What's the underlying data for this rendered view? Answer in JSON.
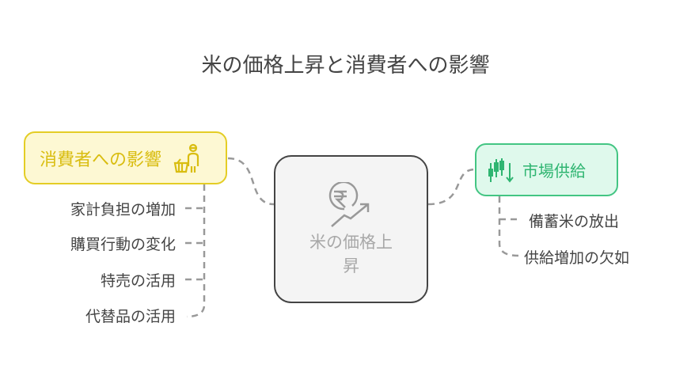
{
  "title": "米の価格上昇と消費者への影響",
  "center": {
    "label_line1": "米の価格上",
    "label_line2": "昇",
    "icon": "rupee-trend-up-icon"
  },
  "consumer": {
    "label": "消費者への影響",
    "icon": "shopper-basket-icon",
    "color": "#e4cd25",
    "items": [
      "家計負担の増加",
      "購買行動の変化",
      "特売の活用",
      "代替品の活用"
    ]
  },
  "market": {
    "label": "市場供給",
    "icon": "candlestick-down-icon",
    "color": "#43c583",
    "items": [
      "備蓄米の放出",
      "供給増加の欠如"
    ]
  }
}
